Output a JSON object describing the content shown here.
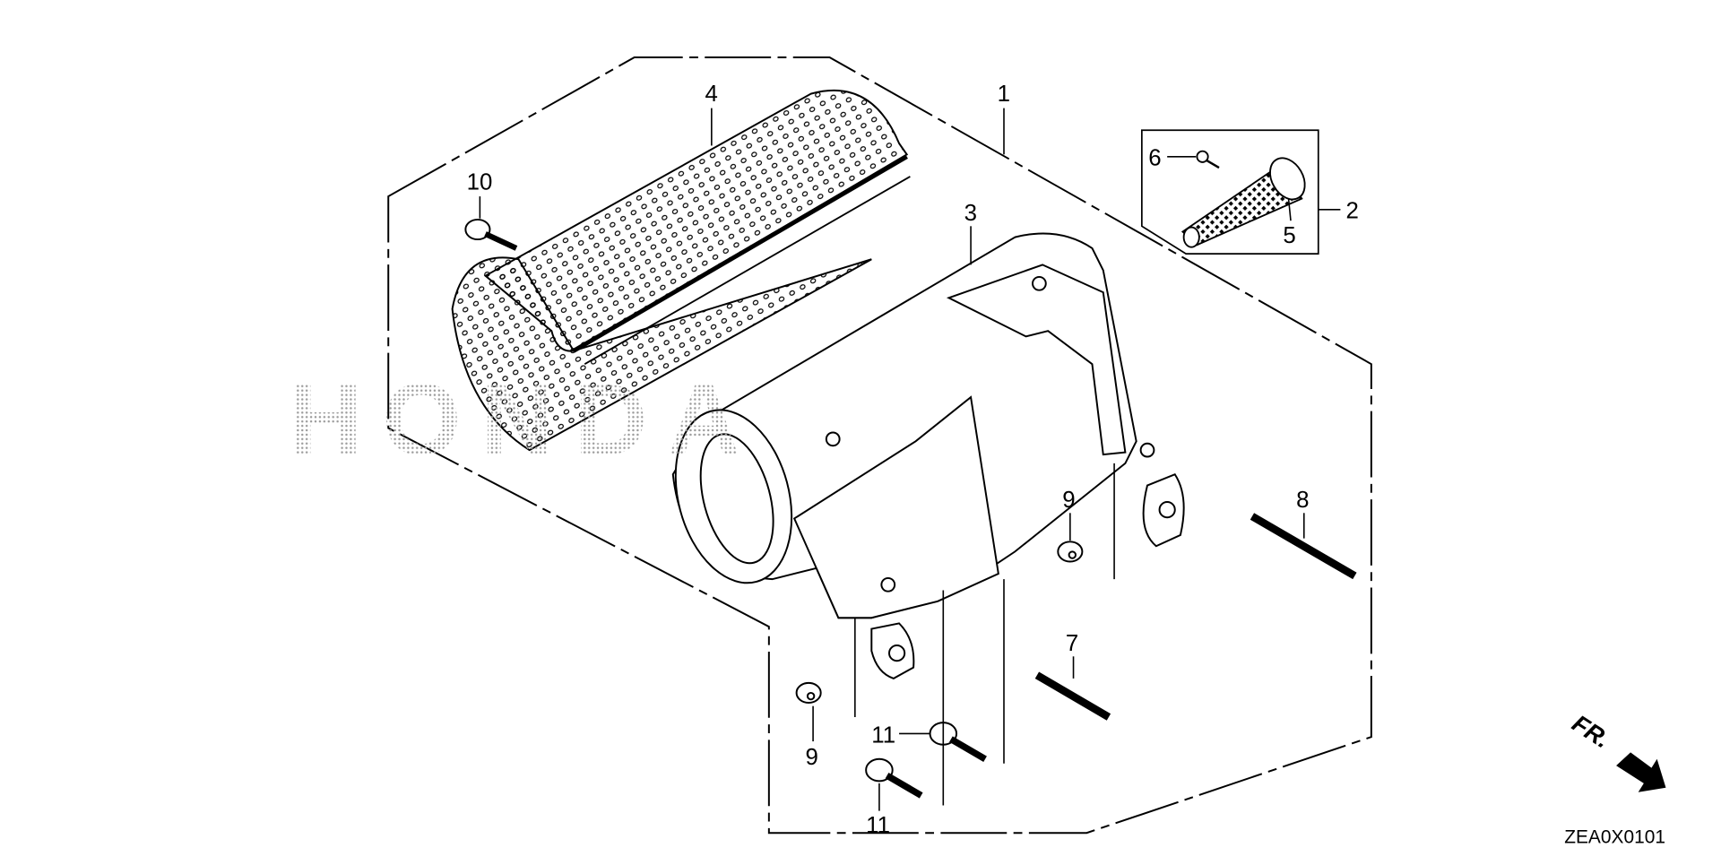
{
  "diagram": {
    "type": "exploded parts diagram",
    "watermark": "HONDA",
    "diagram_code": "ZEA0X0101",
    "direction_marker": "FR.",
    "callouts": [
      {
        "id": "c1",
        "label": "1"
      },
      {
        "id": "c2",
        "label": "2"
      },
      {
        "id": "c3",
        "label": "3"
      },
      {
        "id": "c4",
        "label": "4"
      },
      {
        "id": "c5",
        "label": "5"
      },
      {
        "id": "c6",
        "label": "6"
      },
      {
        "id": "c7",
        "label": "7"
      },
      {
        "id": "c8",
        "label": "8"
      },
      {
        "id": "c9a",
        "label": "9"
      },
      {
        "id": "c9b",
        "label": "9"
      },
      {
        "id": "c10",
        "label": "10"
      },
      {
        "id": "c11a",
        "label": "11"
      },
      {
        "id": "c11b",
        "label": "11"
      }
    ],
    "colors": {
      "line": "#000000",
      "background": "#ffffff",
      "watermark": "#b0b0b0"
    }
  }
}
